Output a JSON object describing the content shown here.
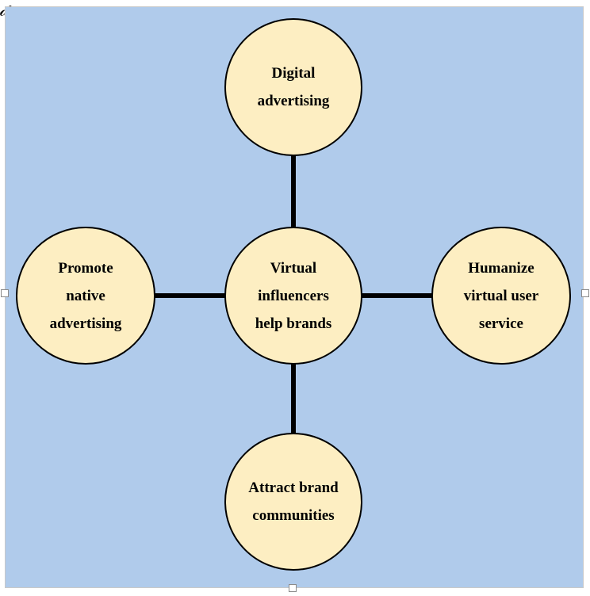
{
  "diagram": {
    "type": "hub-and-spoke",
    "colors": {
      "background": "#b0cbeb",
      "node_fill": "#fdeec2",
      "node_stroke": "#000000",
      "connector": "#000000"
    },
    "center": {
      "label": "Virtual\ninfluencers\nhelp brands"
    },
    "top": {
      "label": "Digital\nadvertising"
    },
    "left": {
      "label": "Promote\nnative\nadvertising"
    },
    "right": {
      "label": "Humanize\nvirtual user\nservice"
    },
    "bottom": {
      "label": "Attract  brand\ncommunities"
    }
  },
  "frame": {
    "corner_glyph": "anchor-icon"
  }
}
